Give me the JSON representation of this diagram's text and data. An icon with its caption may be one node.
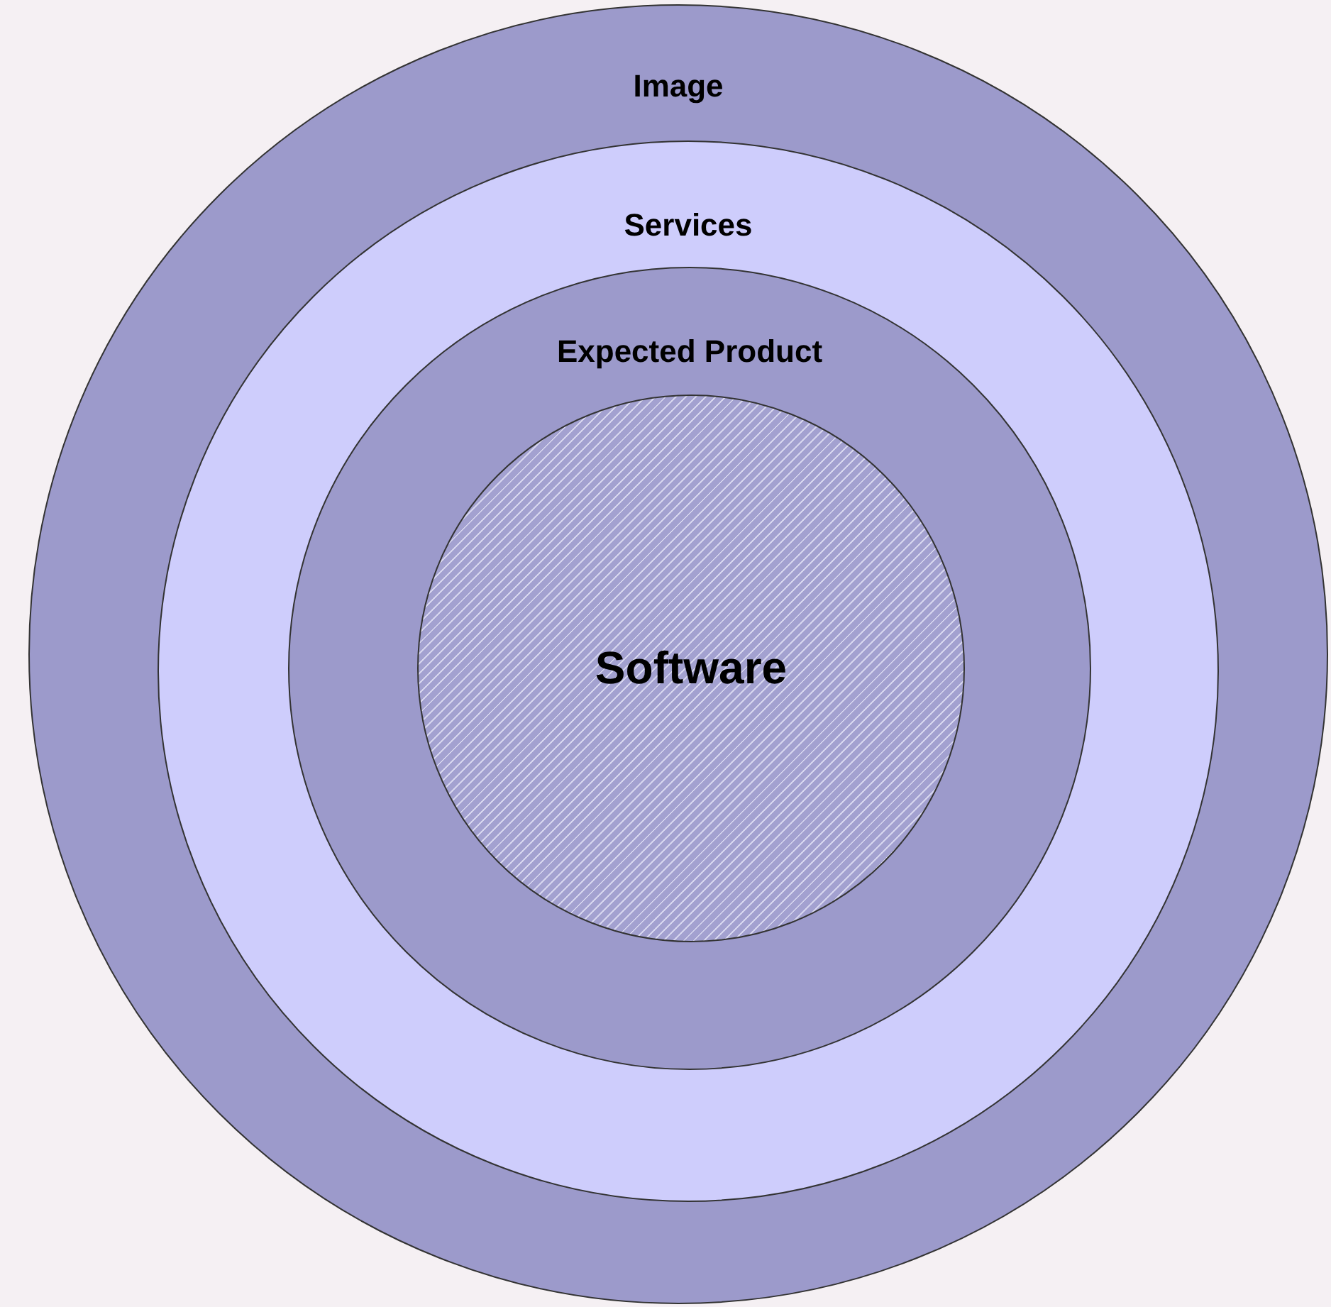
{
  "diagram": {
    "nodes": [
      {
        "text": [
          "Image"
        ]
      },
      {
        "text": [
          "Services"
        ],
        "in": 0
      },
      {
        "text": [
          "Expected Product"
        ],
        "in": 1
      },
      {
        "text": [
          "Software"
        ],
        "in": 2
      }
    ]
  }
}
